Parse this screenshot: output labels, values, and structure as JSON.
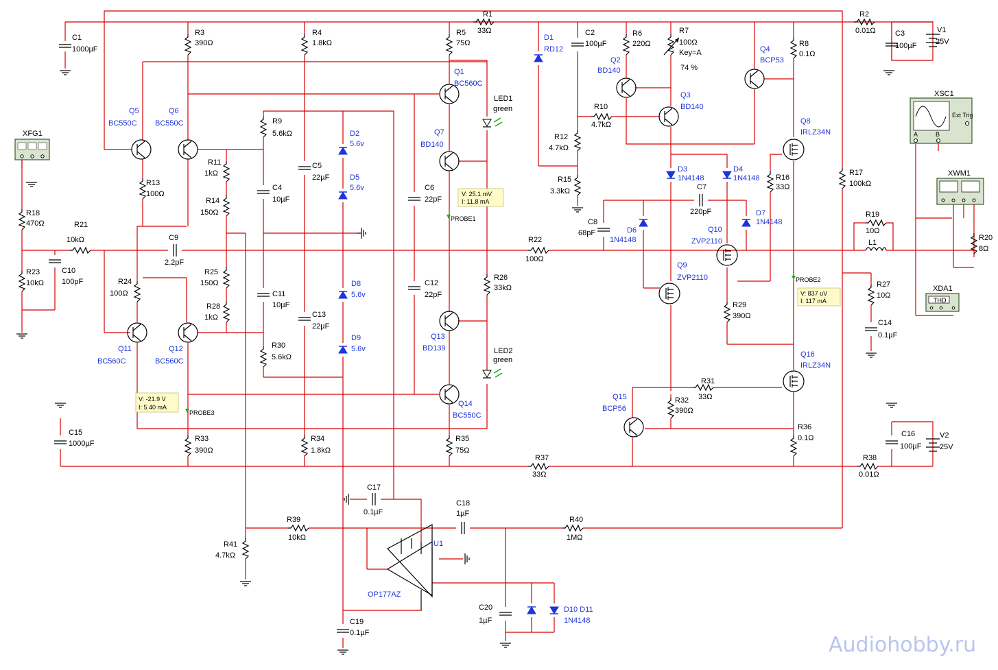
{
  "watermark": "Audiohobby.ru",
  "components": {
    "R1": {
      "ref": "R1",
      "value": "33Ω"
    },
    "R2": {
      "ref": "R2",
      "value": "0.01Ω"
    },
    "R3": {
      "ref": "R3",
      "value": "390Ω"
    },
    "R4": {
      "ref": "R4",
      "value": "1.8kΩ"
    },
    "R5": {
      "ref": "R5",
      "value": "75Ω"
    },
    "R6": {
      "ref": "R6",
      "value": "220Ω"
    },
    "R7": {
      "ref": "R7",
      "value": "100Ω",
      "key": "Key=A",
      "percent": "74 %"
    },
    "R8": {
      "ref": "R8",
      "value": "0.1Ω"
    },
    "R9": {
      "ref": "R9",
      "value": "5.6kΩ"
    },
    "R10": {
      "ref": "R10",
      "value": "4.7kΩ"
    },
    "R11": {
      "ref": "R11",
      "value": "1kΩ"
    },
    "R12": {
      "ref": "R12",
      "value": "4.7kΩ"
    },
    "R13": {
      "ref": "R13",
      "value": "100Ω"
    },
    "R14": {
      "ref": "R14",
      "value": "150Ω"
    },
    "R15": {
      "ref": "R15",
      "value": "3.3kΩ"
    },
    "R16": {
      "ref": "R16",
      "value": "33Ω"
    },
    "R17": {
      "ref": "R17",
      "value": "100kΩ"
    },
    "R18": {
      "ref": "R18",
      "value": "470Ω"
    },
    "R19": {
      "ref": "R19",
      "value": "10Ω"
    },
    "R20": {
      "ref": "R20",
      "value": "8Ω"
    },
    "R21": {
      "ref": "R21",
      "value": "10kΩ"
    },
    "R22": {
      "ref": "R22",
      "value": "100Ω"
    },
    "R23": {
      "ref": "R23",
      "value": "10kΩ"
    },
    "R24": {
      "ref": "R24",
      "value": "100Ω"
    },
    "R25": {
      "ref": "R25",
      "value": "150Ω"
    },
    "R26": {
      "ref": "R26",
      "value": "33kΩ"
    },
    "R27": {
      "ref": "R27",
      "value": "10Ω"
    },
    "R28": {
      "ref": "R28",
      "value": "1kΩ"
    },
    "R29": {
      "ref": "R29",
      "value": "390Ω"
    },
    "R30": {
      "ref": "R30",
      "value": "5.6kΩ"
    },
    "R31": {
      "ref": "R31",
      "value": "33Ω"
    },
    "R32": {
      "ref": "R32",
      "value": "390Ω"
    },
    "R33": {
      "ref": "R33",
      "value": "390Ω"
    },
    "R34": {
      "ref": "R34",
      "value": "1.8kΩ"
    },
    "R35": {
      "ref": "R35",
      "value": "75Ω"
    },
    "R36": {
      "ref": "R36",
      "value": "0.1Ω"
    },
    "R37": {
      "ref": "R37",
      "value": "33Ω"
    },
    "R38": {
      "ref": "R38",
      "value": "0.01Ω"
    },
    "R39": {
      "ref": "R39",
      "value": "10kΩ"
    },
    "R40": {
      "ref": "R40",
      "value": "1MΩ"
    },
    "R41": {
      "ref": "R41",
      "value": "4.7kΩ"
    },
    "C1": {
      "ref": "C1",
      "value": "1000µF"
    },
    "C2": {
      "ref": "C2",
      "value": "100µF"
    },
    "C3": {
      "ref": "C3",
      "value": "100µF"
    },
    "C4": {
      "ref": "C4",
      "value": "10µF"
    },
    "C5": {
      "ref": "C5",
      "value": "22µF"
    },
    "C6": {
      "ref": "C6",
      "value": "22pF"
    },
    "C7": {
      "ref": "C7",
      "value": "220pF"
    },
    "C8": {
      "ref": "C8",
      "value": "68pF"
    },
    "C9": {
      "ref": "C9",
      "value": "2.2pF"
    },
    "C10": {
      "ref": "C10",
      "value": "100pF"
    },
    "C11": {
      "ref": "C11",
      "value": "10µF"
    },
    "C12": {
      "ref": "C12",
      "value": "22pF"
    },
    "C13": {
      "ref": "C13",
      "value": "22µF"
    },
    "C14": {
      "ref": "C14",
      "value": "0.1µF"
    },
    "C15": {
      "ref": "C15",
      "value": "1000µF"
    },
    "C16": {
      "ref": "C16",
      "value": "100µF"
    },
    "C17": {
      "ref": "C17",
      "value": "0.1µF"
    },
    "C18": {
      "ref": "C18",
      "value": "1µF"
    },
    "C19": {
      "ref": "C19",
      "value": "0.1µF"
    },
    "C20": {
      "ref": "C20",
      "value": "1µF"
    },
    "V1": {
      "ref": "V1",
      "value": "25V"
    },
    "V2": {
      "ref": "V2",
      "value": "25V"
    },
    "L1": {
      "ref": "L1"
    },
    "Q1": {
      "ref": "Q1",
      "type": "BC560C"
    },
    "Q2": {
      "ref": "Q2",
      "type": "BD140"
    },
    "Q3": {
      "ref": "Q3",
      "type": "BD140"
    },
    "Q4": {
      "ref": "Q4",
      "type": "BCP53"
    },
    "Q5": {
      "ref": "Q5",
      "type": "BC550C"
    },
    "Q6": {
      "ref": "Q6",
      "type": "BC550C"
    },
    "Q7": {
      "ref": "Q7",
      "type": "BD140"
    },
    "Q8": {
      "ref": "Q8",
      "type": "IRLZ34N"
    },
    "Q9": {
      "ref": "Q9",
      "type": "ZVP2110"
    },
    "Q10": {
      "ref": "Q10",
      "type": "ZVP2110"
    },
    "Q11": {
      "ref": "Q11",
      "type": "BC560C"
    },
    "Q12": {
      "ref": "Q12",
      "type": "BC560C"
    },
    "Q13": {
      "ref": "Q13",
      "type": "BD139"
    },
    "Q14": {
      "ref": "Q14",
      "type": "BC550C"
    },
    "Q15": {
      "ref": "Q15",
      "type": "BCP56"
    },
    "Q16": {
      "ref": "Q16",
      "type": "IRLZ34N"
    },
    "D1": {
      "ref": "D1",
      "type": "RD12"
    },
    "D2": {
      "ref": "D2",
      "type": "5.6v"
    },
    "D3": {
      "ref": "D3",
      "type": "1N4148"
    },
    "D4": {
      "ref": "D4",
      "type": "1N4148"
    },
    "D5": {
      "ref": "D5",
      "type": "5.6v"
    },
    "D6": {
      "ref": "D6",
      "type": "1N4148"
    },
    "D7": {
      "ref": "D7",
      "type": "1N4148"
    },
    "D8": {
      "ref": "D8",
      "type": "5.6v"
    },
    "D9": {
      "ref": "D9",
      "type": "5.6v"
    },
    "D10D11": {
      "ref": "D10 D11",
      "type": "1N4148"
    },
    "LED1": {
      "ref": "LED1",
      "type": "green"
    },
    "LED2": {
      "ref": "LED2",
      "type": "green"
    },
    "U1": {
      "ref": "U1",
      "type": "OP177AZ"
    }
  },
  "instruments": {
    "XFG1": "XFG1",
    "XSC1": "XSC1",
    "XSC1_trig": "Ext Trig",
    "XSC1_a": "A",
    "XSC1_b": "B",
    "XWM1": "XWM1",
    "XDA1": "XDA1",
    "XDA1_label": "THD"
  },
  "probes": {
    "p1": {
      "name": "PROBE1",
      "v": "V: 25.1 mV",
      "i": "I: 11.8 mA"
    },
    "p2": {
      "name": "PROBE2",
      "v": "V: 837 uV",
      "i": "I: 117 mA"
    },
    "p3": {
      "name": "PROBE3",
      "v": "V: -21.9 V",
      "i": "I: 5.40 mA"
    }
  },
  "colors": {
    "wire": "#d40000",
    "part_label": "#1d35d8",
    "probe_bg": "#fffbc9",
    "watermark": "#b9c4ee"
  }
}
